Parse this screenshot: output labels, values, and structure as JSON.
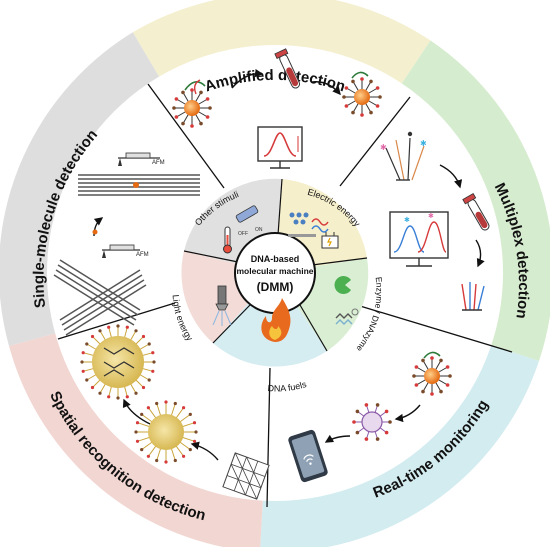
{
  "center": {
    "line1": "DNA-based",
    "line2": "molecular machine",
    "line3": "(DMM)"
  },
  "outer_segments": [
    {
      "label": "Amplified detection",
      "color": "#f4efcf"
    },
    {
      "label": "Multiplex detection",
      "color": "#d6eccf"
    },
    {
      "label": "Real-time monitoring",
      "color": "#d3ecf0"
    },
    {
      "label": "Spatial recognition detection",
      "color": "#f2d6d2"
    },
    {
      "label": "Single-molecule detection",
      "color": "#dedede"
    }
  ],
  "inner_segments": [
    {
      "label": "Electric energy",
      "color": "#f6efcc"
    },
    {
      "label": "Enzyme / DNAzyme",
      "color": "#d9eed3"
    },
    {
      "label": "DNA fuels",
      "color": "#d5ecf1"
    },
    {
      "label": "Light energy",
      "color": "#f3dcd8"
    },
    {
      "label": "Other stimuli",
      "color": "#e0e0e0"
    }
  ],
  "stimuli_text": {
    "on": "ON",
    "off": "OFF"
  },
  "afm_labels": {
    "top": "AFM",
    "bottom": "AFM"
  }
}
